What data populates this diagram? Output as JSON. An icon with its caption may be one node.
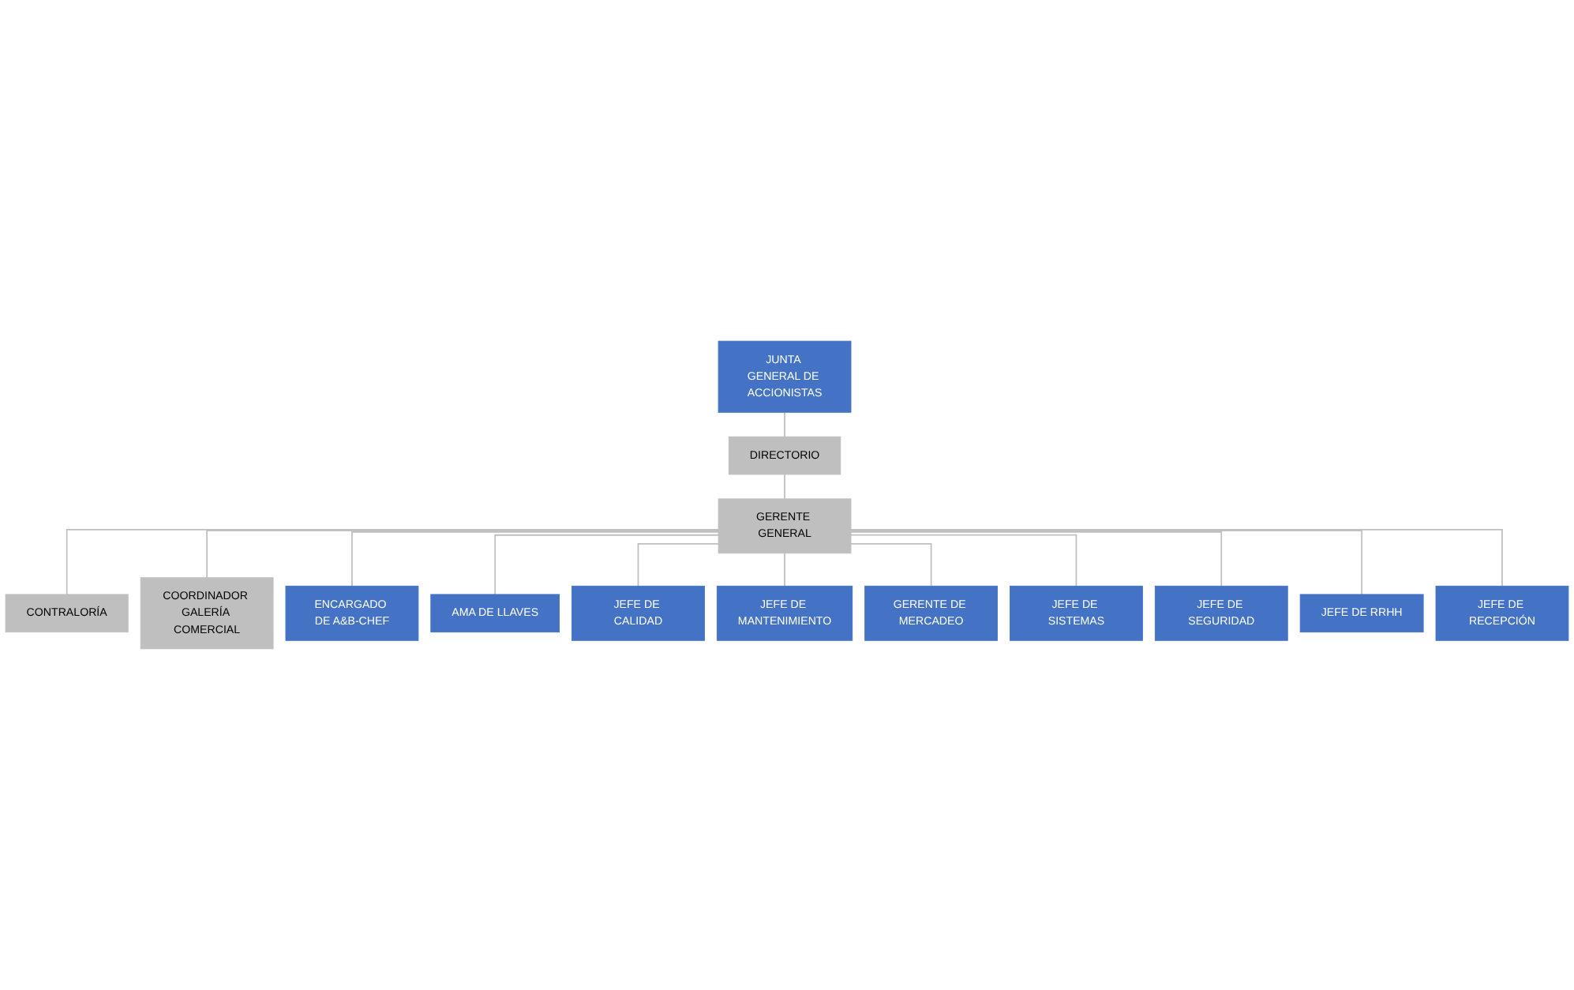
{
  "diagram": {
    "nodes": [
      {
        "text": [
          "JUNTA GENERAL DE ACCIONISTAS"
        ]
      },
      {
        "text": [
          "DIRECTORIO"
        ]
      },
      {
        "text": [
          "GERENTE GENERAL"
        ]
      },
      {
        "text": [
          "CONTRALORÍA"
        ]
      },
      {
        "text": [
          "COORDINADOR GALERÍA COMERCIAL"
        ]
      },
      {
        "text": [
          "ENCARGADO DE A&B-CHEF"
        ]
      },
      {
        "text": [
          "AMA DE LLAVES"
        ]
      },
      {
        "text": [
          "JEFE DE CALIDAD"
        ]
      },
      {
        "text": [
          "JEFE DE MANTENIMIENTO"
        ]
      },
      {
        "text": [
          "GERENTE DE MERCADEO"
        ]
      },
      {
        "text": [
          "JEFE DE SISTEMAS"
        ]
      },
      {
        "text": [
          "JEFE DE SEGURIDAD"
        ]
      },
      {
        "text": [
          "JEFE DE RRHH"
        ]
      },
      {
        "text": [
          "JEFE DE RECEPCIÓN"
        ]
      }
    ],
    "edges": [
      {
        "from": 0,
        "to": 1,
        "arrow": "none"
      },
      {
        "from": 1,
        "to": 2,
        "arrow": "none"
      },
      {
        "from": 2,
        "to": 3,
        "arrow": "none"
      },
      {
        "from": 2,
        "to": 4,
        "arrow": "none"
      },
      {
        "from": 2,
        "to": 5,
        "arrow": "none"
      },
      {
        "from": 2,
        "to": 6,
        "arrow": "none"
      },
      {
        "from": 2,
        "to": 7,
        "arrow": "none"
      },
      {
        "from": 2,
        "to": 8,
        "arrow": "none"
      },
      {
        "from": 2,
        "to": 9,
        "arrow": "none"
      },
      {
        "from": 2,
        "to": 10,
        "arrow": "none"
      },
      {
        "from": 2,
        "to": 11,
        "arrow": "none"
      },
      {
        "from": 2,
        "to": 12,
        "arrow": "none"
      },
      {
        "from": 2,
        "to": 13,
        "arrow": "none"
      }
    ]
  }
}
